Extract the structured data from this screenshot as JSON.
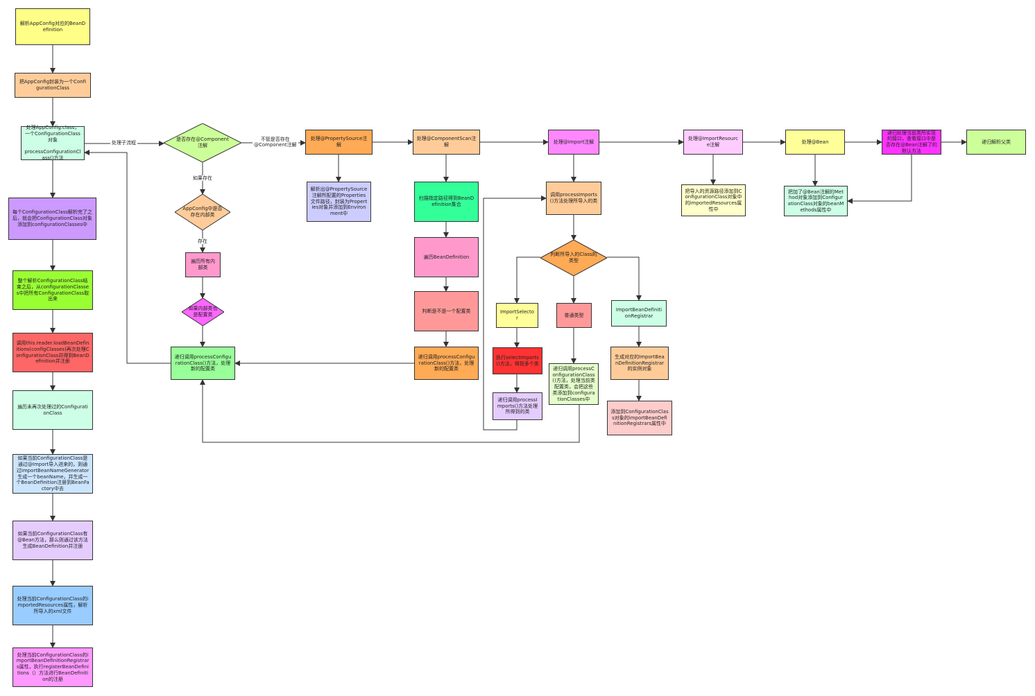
{
  "nodes": {
    "parse_appconfig": {
      "text": "解析AppConfig对应的BeanDefinition",
      "color": "#ffff88"
    },
    "wrap_configclass": {
      "text": "把AppConfig封装为一个ConfigurationClass",
      "color": "#ffcc99"
    },
    "process_appconfig": {
      "text": "处理AppConfig.class，一个ConfigurationClass对象\n\nprocessConfigurationClass()方法",
      "color": "#ccffe6"
    },
    "after_parse": {
      "text": "每个ConfigurationClass解析完了之后，就会把ConfigurationClass对象添加到configurationClasses中",
      "color": "#cc99ff"
    },
    "after_all_parsed": {
      "text": "整个解析ConfigurationClass结束之后，从configurationClasses中把所有ConfigurationClass取出来",
      "color": "#99ff33"
    },
    "load_bean_defs": {
      "text": "调用this.reader.loadBeanDefinitions(configClasses)再次处理ConfigurationClass并得到BeanDefinition并注册",
      "color": "#ff6666"
    },
    "traverse_unprocessed": {
      "text": "遍历未再次处理过的ConfigurationClass",
      "color": "#ccffe6"
    },
    "imported_by": {
      "text": "如果当前ConfigurationClass是通过@Import导入进来的，则通过importBeanNameGenerator生成一个beanName，并生成一个BeanDefinition注册到BeanFactory中去",
      "color": "#cce5ff"
    },
    "bean_methods": {
      "text": "如果当前ConfigurationClass有@Bean方法，那么则通过该方法生成BeanDefinition并注册",
      "color": "#e5ccff"
    },
    "imported_resources": {
      "text": "处理当前ConfigurationClass的importedResources属性，解析所导入的xml文件",
      "color": "#99ccff"
    },
    "import_registrars": {
      "text": "处理当前ConfigurationClass的importBeanDefinitionRegistrars属性，执行registerBeanDefinitions（）方法进行BeanDefinition的注册",
      "color": "#ff99ff"
    },
    "has_component": {
      "text": "是否存在@Component注解",
      "color": "#ccff99"
    },
    "has_inner": {
      "text": "AppConfig中是否存在内部类",
      "color": "#ffcc99"
    },
    "traverse_inner": {
      "text": "遍历所有内部类",
      "color": "#ff99cc"
    },
    "inner_is_config": {
      "text": "如果内部类也是配置类",
      "color": "#ff66ff"
    },
    "recursive_left": {
      "text": "递归调用processConfigurationClass()方法，处理新的配置类",
      "color": "#99ff99"
    },
    "property_source": {
      "text": "处理@PropertySource注解",
      "color": "#ffaa55"
    },
    "property_source_detail": {
      "text": "解析出@PropertySource注解所配置的Properties文件路径，封装为Properties对象并添加到Environment中",
      "color": "#ccccff"
    },
    "component_scan": {
      "text": "处理@ComponentScan注解",
      "color": "#ffcc99"
    },
    "scan_path": {
      "text": "扫描指定路径得到BeanDefinition集合",
      "color": "#33ff99"
    },
    "traverse_bd": {
      "text": "遍历BeanDefinition",
      "color": "#ff99cc"
    },
    "is_config": {
      "text": "判断是不是一个配置类",
      "color": "#ff9999"
    },
    "recursive_scan": {
      "text": "递归调用processConfigurationClass()方法，处理新的配置类",
      "color": "#ffaa55"
    },
    "import": {
      "text": "处理@Import注解",
      "color": "#ff88ff"
    },
    "process_imports": {
      "text": "调用processImports()方法处理所导入的类",
      "color": "#ffcc99"
    },
    "import_type": {
      "text": "判断所导入的Class的类型",
      "color": "#ffaa55"
    },
    "import_selector": {
      "text": "ImportSelector",
      "color": "#ffff99"
    },
    "exec_select": {
      "text": "执行selectImports()方法，得到多个类",
      "color": "#ff3333"
    },
    "recursive_imports": {
      "text": "递归调用processImports()方法处理所得到的类",
      "color": "#e5ccff"
    },
    "normal_type": {
      "text": "普通类型",
      "color": "#ff9999"
    },
    "recursive_normal": {
      "text": "递归调用processConfigurationClass()方法，处理当前类配置类，会把这些类添加到configurationClasses中",
      "color": "#e5ffcc"
    },
    "registrar": {
      "text": "ImportBeanDefinitionRegistrar",
      "color": "#ccffe6"
    },
    "gen_registrar": {
      "text": "生成对应的ImportBeanDefinitionRegistrar的实例对象",
      "color": "#ffcc99"
    },
    "add_registrar": {
      "text": "添加到ConfigurationClass对象的importBeanDefinitionRegistrars属性中",
      "color": "#ffcccc"
    },
    "import_resource": {
      "text": "处理@ImportResource注解",
      "color": "#ffccff"
    },
    "import_resource_detail": {
      "text": "把导入的资源路径添加到ConfigurationClass对象中的importedResources属性中",
      "color": "#ffffcc"
    },
    "bean": {
      "text": "处理@Bean",
      "color": "#ffff99"
    },
    "bean_detail": {
      "text": "把加了@Bean注解的Method对象添加到ConfigurationClass对象的beanMethods属性中",
      "color": "#ccffe6"
    },
    "interface_defaults": {
      "text": "递归处理当前类所实现的接口，查看接口中是否存在@Bean注解了的默认方法",
      "color": "#ff33ff"
    },
    "parent_class": {
      "text": "递归解析父类",
      "color": "#ccff99"
    }
  },
  "edge_labels": {
    "process_child": "处理子流程",
    "regardless": "不管是否存在\n@Component注解",
    "if_exists": "如果存在",
    "exists": "存在"
  },
  "line_color": "#333333"
}
